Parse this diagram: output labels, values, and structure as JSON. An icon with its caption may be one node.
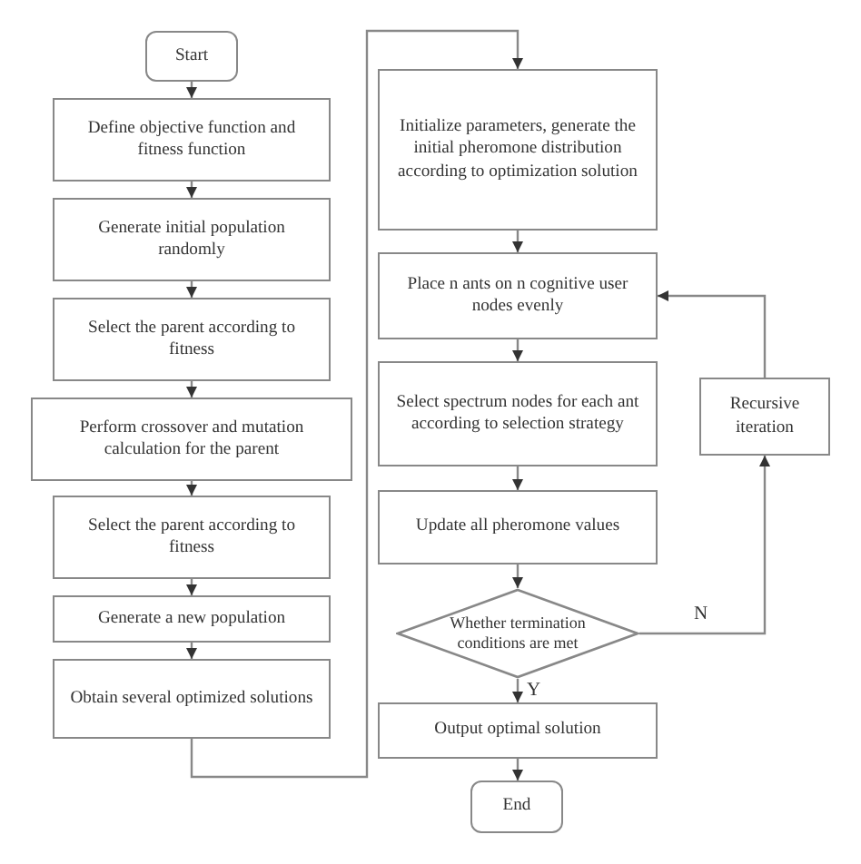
{
  "diagram": {
    "nodes": [
      {
        "text": [
          "Start"
        ]
      },
      {
        "text": [
          "Define objective function and fitness function"
        ]
      },
      {
        "text": [
          "Generate initial population randomly"
        ]
      },
      {
        "text": [
          "Select the parent according to fitness"
        ]
      },
      {
        "text": [
          "Perform crossover and mutation calculation for the parent"
        ]
      },
      {
        "text": [
          "Select the parent according to fitness"
        ]
      },
      {
        "text": [
          "Generate a new population"
        ]
      },
      {
        "text": [
          "Obtain several optimized solutions"
        ]
      },
      {
        "text": [
          "Initialize parameters, generate the initial pheromone distribution according to optimization solution"
        ]
      },
      {
        "text": [
          "Place n ants on n cognitive user nodes evenly"
        ]
      },
      {
        "text": [
          "Select spectrum nodes for each ant according to selection strategy"
        ]
      },
      {
        "text": [
          "Update all pheromone values"
        ]
      },
      {
        "text": [
          "Whether termination conditions are met"
        ]
      },
      {
        "text": [
          "Output optimal solution"
        ]
      },
      {
        "text": [
          "End"
        ]
      },
      {
        "text": [
          "Recursive iteration"
        ]
      }
    ],
    "edges": [
      {
        "from": 0,
        "to": 1,
        "arrow": "to"
      },
      {
        "from": 1,
        "to": 2,
        "arrow": "to"
      },
      {
        "from": 2,
        "to": 3,
        "arrow": "to"
      },
      {
        "from": 3,
        "to": 4,
        "arrow": "to"
      },
      {
        "from": 4,
        "to": 5,
        "arrow": "to"
      },
      {
        "from": 5,
        "to": 6,
        "arrow": "to"
      },
      {
        "from": 6,
        "to": 7,
        "arrow": "to"
      },
      {
        "from": 7,
        "to": 8,
        "arrow": "to"
      },
      {
        "from": 8,
        "to": 9,
        "arrow": "to"
      },
      {
        "from": 9,
        "to": 10,
        "arrow": "to"
      },
      {
        "from": 10,
        "to": 11,
        "arrow": "to"
      },
      {
        "from": 11,
        "to": 12,
        "arrow": "to"
      },
      {
        "from": 12,
        "to": 13,
        "arrow": "to",
        "label": "Y"
      },
      {
        "from": 13,
        "to": 14,
        "arrow": "to"
      },
      {
        "from": 12,
        "to": 15,
        "arrow": "to",
        "label": "N"
      },
      {
        "from": 15,
        "to": 9,
        "arrow": "to"
      }
    ]
  }
}
